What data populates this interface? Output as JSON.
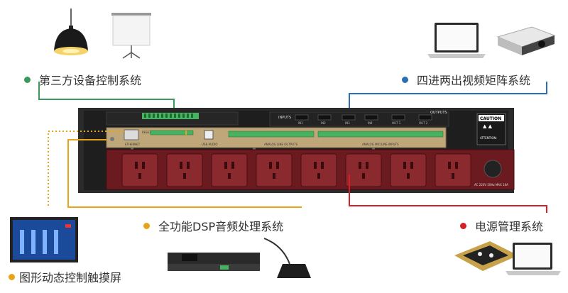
{
  "labels": {
    "third_party": "第三方设备控制系统",
    "video_matrix": "四进两出视频矩阵系统",
    "dsp_audio": "全功能DSP音频处理系统",
    "power": "电源管理系统",
    "touchscreen": "图形动态控制触摸屏"
  },
  "device": {
    "caution_title": "CAUTION",
    "attention_title": "ATTENTION:",
    "inputs_label": "INPUTS",
    "outputs_label": "OUTPUTS",
    "hdmi_inputs": [
      "IN1",
      "IN2",
      "IN3",
      "IN4"
    ],
    "hdmi_outputs": [
      "OUT 1",
      "OUT 2"
    ],
    "ethernet_label": "ETHERNET",
    "usb_label": "USB AUDIO",
    "reset_label": "RESET",
    "analog_line_outputs": "ANALOG LINE OUTPUTS",
    "analog_inputs": "ANALOG MIC/LINE INPUTS",
    "power_rating": "AC 220V 50Hz MAX 16A"
  },
  "colors": {
    "third_party": "#3a9a5a",
    "video_matrix": "#2b6fb5",
    "dsp_audio": "#e8a317",
    "power": "#d32027",
    "touchscreen": "#e8a317"
  }
}
